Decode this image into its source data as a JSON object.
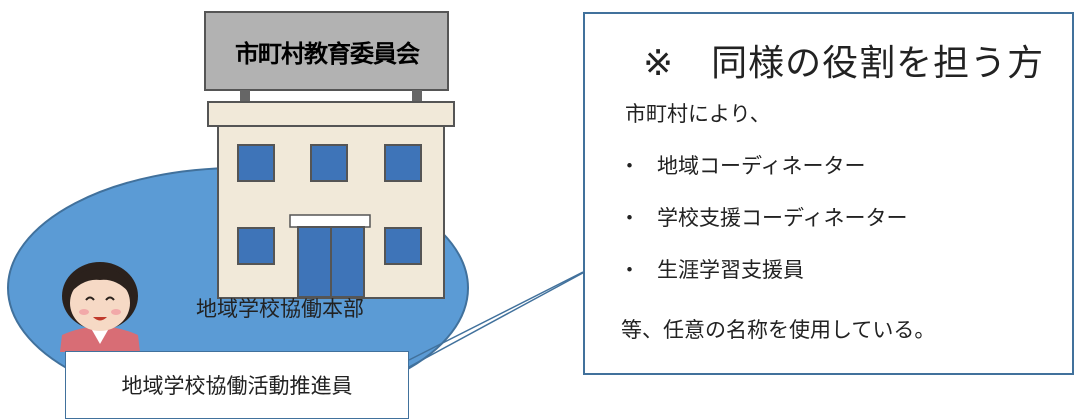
{
  "building": {
    "sign": "市町村教育委員会"
  },
  "region": {
    "label": "地域学校協働本部"
  },
  "staff": {
    "label": "地域学校協働活動推進員"
  },
  "callout": {
    "heading": "※　同様の役割を担う方",
    "intro": "市町村により、",
    "bullet_symbol": "・",
    "items": [
      "地域コーディネーター",
      "学校支援コーディネーター",
      "生涯学習支援員"
    ],
    "outro": "等、任意の名称を使用している。"
  },
  "colors": {
    "region_fill": "#5b9bd5",
    "outline": "#41719c",
    "window": "#3e74b8",
    "sign": "#b2b2b2",
    "building": "#f1e9d9"
  }
}
